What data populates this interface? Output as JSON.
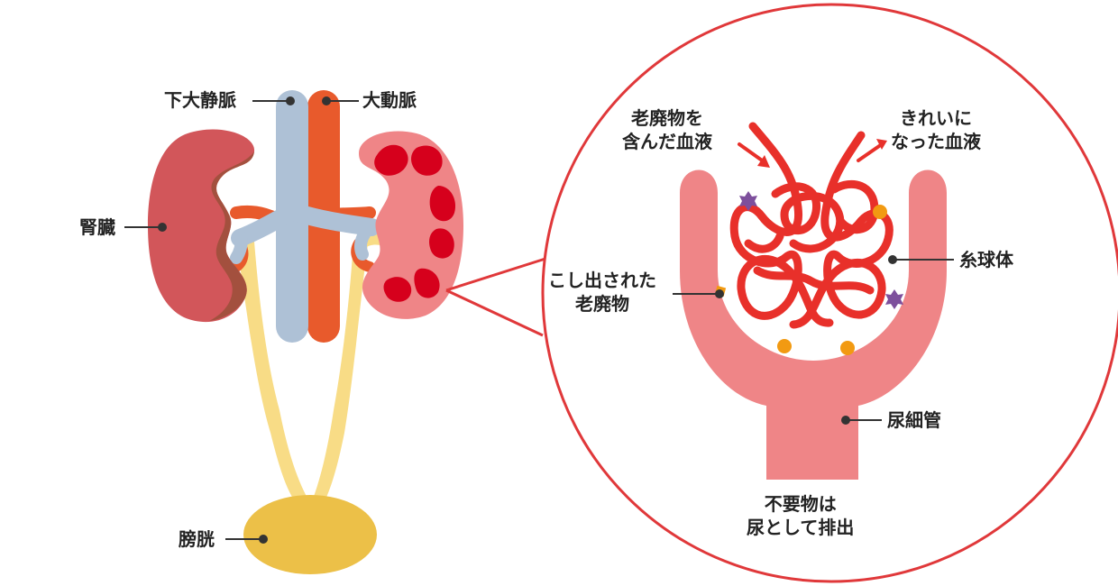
{
  "colors": {
    "vena_cava": "#aec1d6",
    "aorta": "#e85a2c",
    "kidney_left": "#d2565a",
    "kidney_left_shade": "#a3503e",
    "kidney_right": "#ef8587",
    "medulla": "#d6001c",
    "ureter": "#f8dc86",
    "bladder": "#ecc048",
    "capsule": "#ef8587",
    "capillary": "#e8302a",
    "waste_purple": "#7d4f9c",
    "waste_orange": "#f29a12",
    "callout_ring": "#e0383a",
    "leader_line": "#333333"
  },
  "labels": {
    "vena_cava": "下大静脈",
    "aorta": "大動脈",
    "kidney": "腎臓",
    "bladder": "膀胱",
    "blood_in": [
      "老廃物を",
      "含んだ血液"
    ],
    "blood_out": [
      "きれいに",
      "なった血液"
    ],
    "glomerulus": "糸球体",
    "filtered_waste": [
      "こし出された",
      "老廃物"
    ],
    "tubule": "尿細管",
    "excretion": [
      "不要物は",
      "尿として排出"
    ]
  }
}
